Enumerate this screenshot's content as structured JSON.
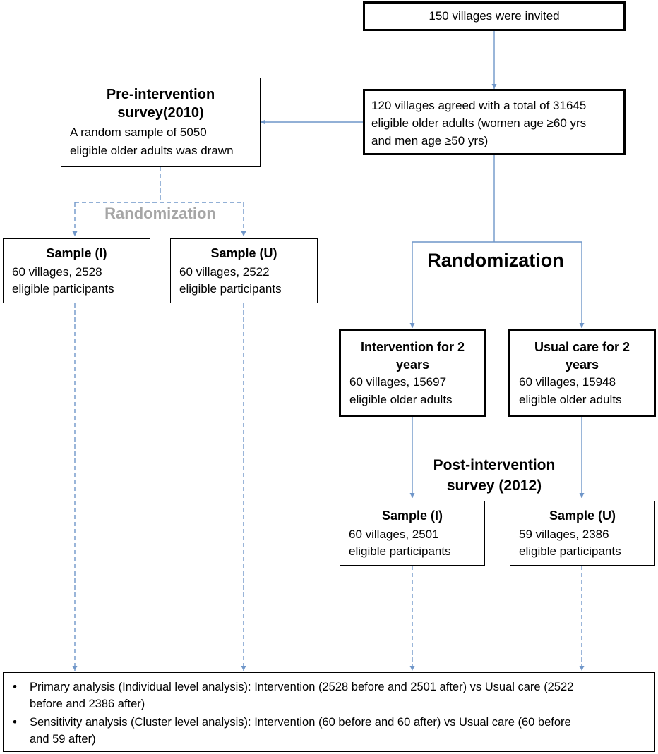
{
  "boxes": {
    "invited": {
      "text": "150 villages were invited"
    },
    "agreed": {
      "lines": [
        "120 villages agreed with a total of 31645",
        "eligible older adults (women age ≥60 yrs",
        "and men age ≥50 yrs)"
      ]
    },
    "pre_survey": {
      "title_lines": [
        "Pre-intervention",
        "survey(2010)"
      ],
      "lines": [
        "A random sample of 5050",
        "eligible older adults was drawn"
      ]
    },
    "pre_sample_i": {
      "title": "Sample (I)",
      "lines": [
        "60 villages, 2528",
        "eligible participants"
      ]
    },
    "pre_sample_u": {
      "title": "Sample (U)",
      "lines": [
        "60 villages, 2522",
        "eligible participants"
      ]
    },
    "intervention": {
      "title_lines": [
        "Intervention for 2",
        "years"
      ],
      "lines": [
        "60 villages, 15697",
        "eligible older adults"
      ]
    },
    "usual_care": {
      "title_lines": [
        "Usual care for 2",
        "years"
      ],
      "lines": [
        "60 villages, 15948",
        "eligible older adults"
      ]
    },
    "post_sample_i": {
      "title": "Sample (I)",
      "lines": [
        "60 villages, 2501",
        "eligible participants"
      ]
    },
    "post_sample_u": {
      "title": "Sample (U)",
      "lines": [
        "59 villages, 2386",
        "eligible participants"
      ]
    }
  },
  "labels": {
    "randomization_pre": "Randomization",
    "randomization_main": "Randomization",
    "post_survey": [
      "Post-intervention",
      "survey (2012)"
    ]
  },
  "analysis": {
    "bullets": [
      [
        "Primary analysis (Individual level analysis): Intervention (2528 before and 2501 after) vs Usual care (2522",
        "before and 2386 after)"
      ],
      [
        "Sensitivity analysis (Cluster level analysis): Intervention (60 before and 60 after) vs Usual care (60 before",
        "and 59 after)"
      ]
    ],
    "bullet_symbol": "•"
  },
  "colors": {
    "connector": "#6f96c9",
    "randomization_pre_text": "#a6a6a6",
    "border": "#000000"
  }
}
